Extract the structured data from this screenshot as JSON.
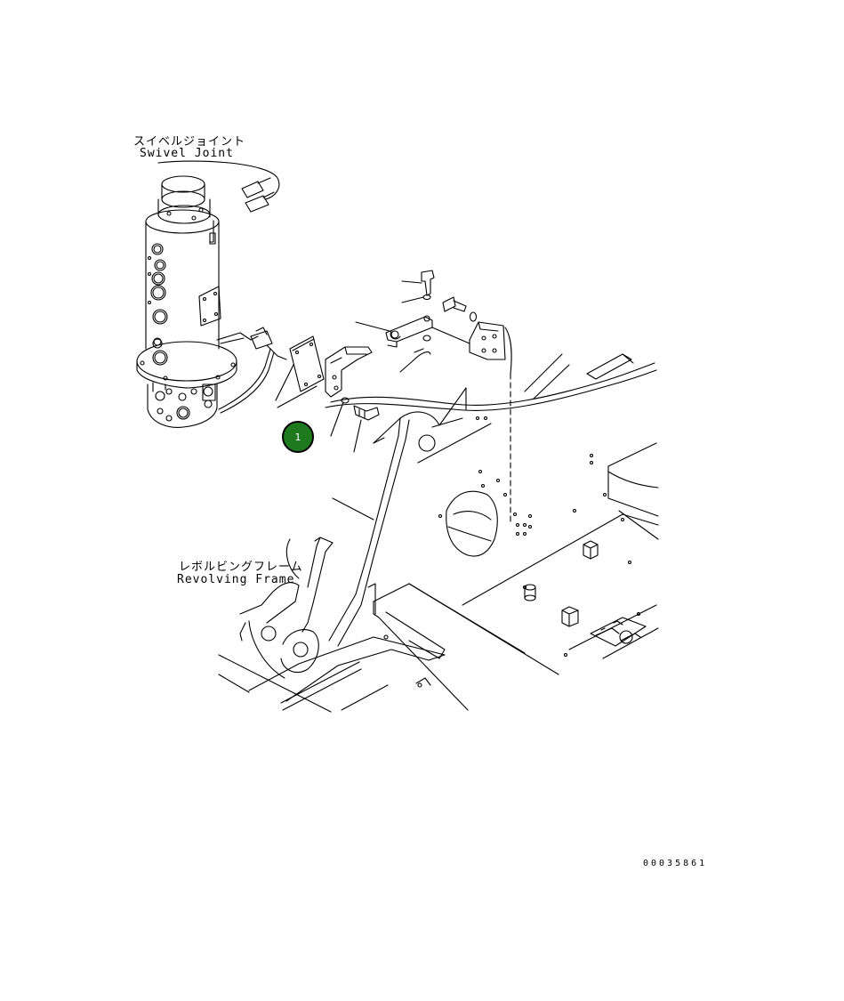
{
  "labels": {
    "swivel_joint_jp": "スイベルジョイント",
    "swivel_joint_en": "Swivel Joint",
    "revolving_frame_jp": "レボルビングフレーム",
    "revolving_frame_en": "Revolving Frame"
  },
  "callouts": [
    {
      "number": "1",
      "color": "#1f7a1f"
    }
  ],
  "document_id": "00035861"
}
